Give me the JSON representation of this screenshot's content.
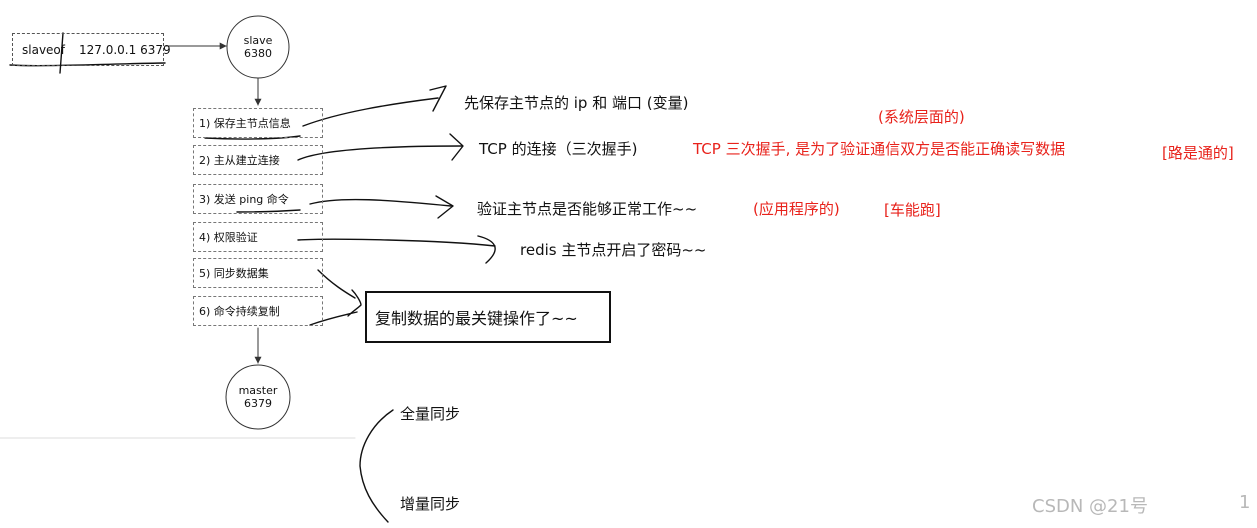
{
  "command": {
    "left": "slaveof",
    "right": "127.0.0.1 6379"
  },
  "slave_node": {
    "line1": "slave",
    "line2": "6380"
  },
  "master_node": {
    "line1": "master",
    "line2": "6379"
  },
  "steps": [
    "1) 保存主节点信息",
    "2) 主从建立连接",
    "3) 发送 ping 命令",
    "4) 权限验证",
    "5) 同步数据集",
    "6) 命令持续复制"
  ],
  "notes": {
    "save_info": "先保存主节点的 ip 和 端口 (变量)",
    "system_level": "(系统层面的)",
    "tcp": "TCP 的连接（三次握手)",
    "tcp_red": "TCP 三次握手, 是为了验证通信双方是否能正确读写数据",
    "road": "[路是通的]",
    "verify": "验证主节点是否能够正常工作~~",
    "app_level": "(应用程序的)",
    "car": "[车能跑]",
    "redis_pwd": "redis 主节点开启了密码~~",
    "copy_key": "复制数据的最关键操作了~~",
    "full_sync": "全量同步",
    "incr_sync": "增量同步"
  },
  "watermark": "CSDN @21号",
  "page_number": "1",
  "colors": {
    "ink": "#111111",
    "accent_red": "#e8221b",
    "watermark": "#b8b8b8"
  }
}
